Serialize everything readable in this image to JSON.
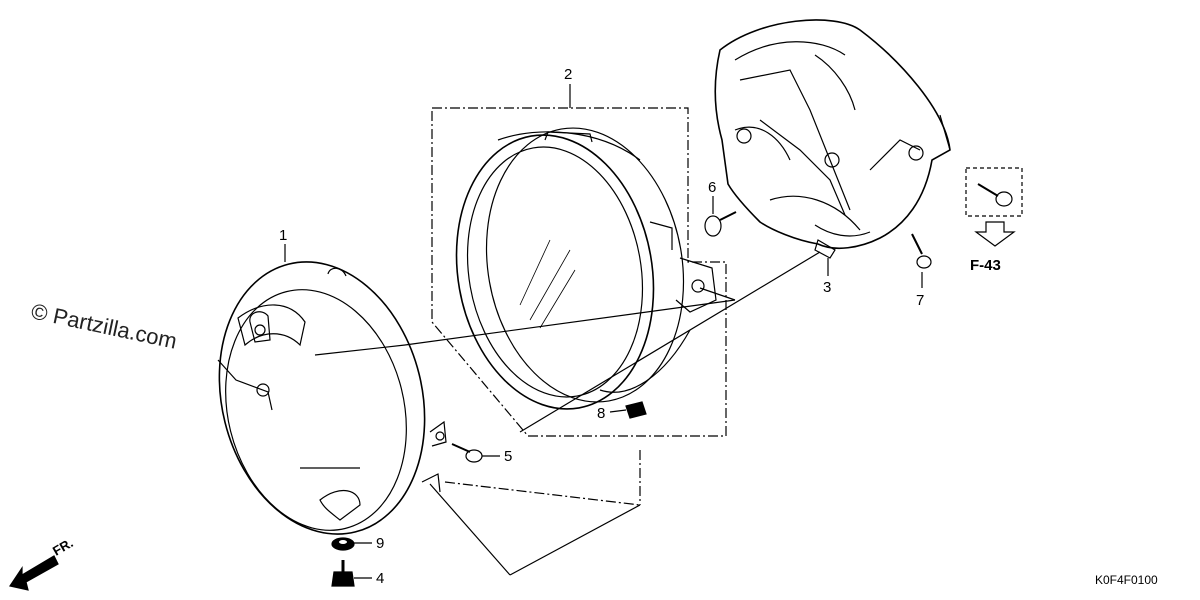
{
  "watermark": "© Partzilla.com",
  "diagram_code": "K0F4F0100",
  "front_indicator": "FR.",
  "reference_page": "F-43",
  "callouts": [
    "1",
    "2",
    "3",
    "4",
    "5",
    "6",
    "7",
    "8",
    "9"
  ]
}
